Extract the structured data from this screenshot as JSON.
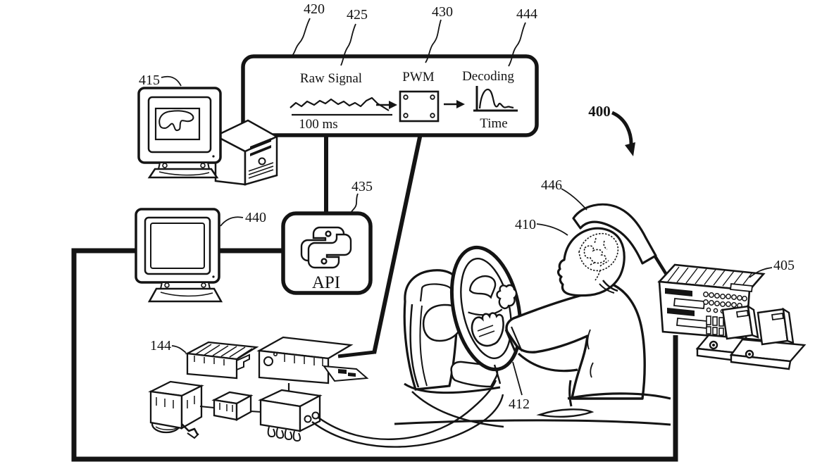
{
  "figure": {
    "number": "400",
    "reference_labels": {
      "rack": "405",
      "brain": "410",
      "wheel": "412",
      "workstation": "415",
      "panel": "420",
      "raw_signal": "425",
      "pwm": "430",
      "api": "435",
      "monitor": "440",
      "decoding": "444",
      "headband": "446",
      "devices": "144"
    },
    "panel": {
      "raw_signal_title": "Raw Signal",
      "raw_signal_scale": "100 ms",
      "pwm_title": "PWM",
      "decoding_title": "Decoding",
      "decoding_axis": "Time"
    },
    "api_box": {
      "label": "API"
    }
  },
  "colors": {
    "ink": "#141414",
    "paper": "#ffffff"
  }
}
